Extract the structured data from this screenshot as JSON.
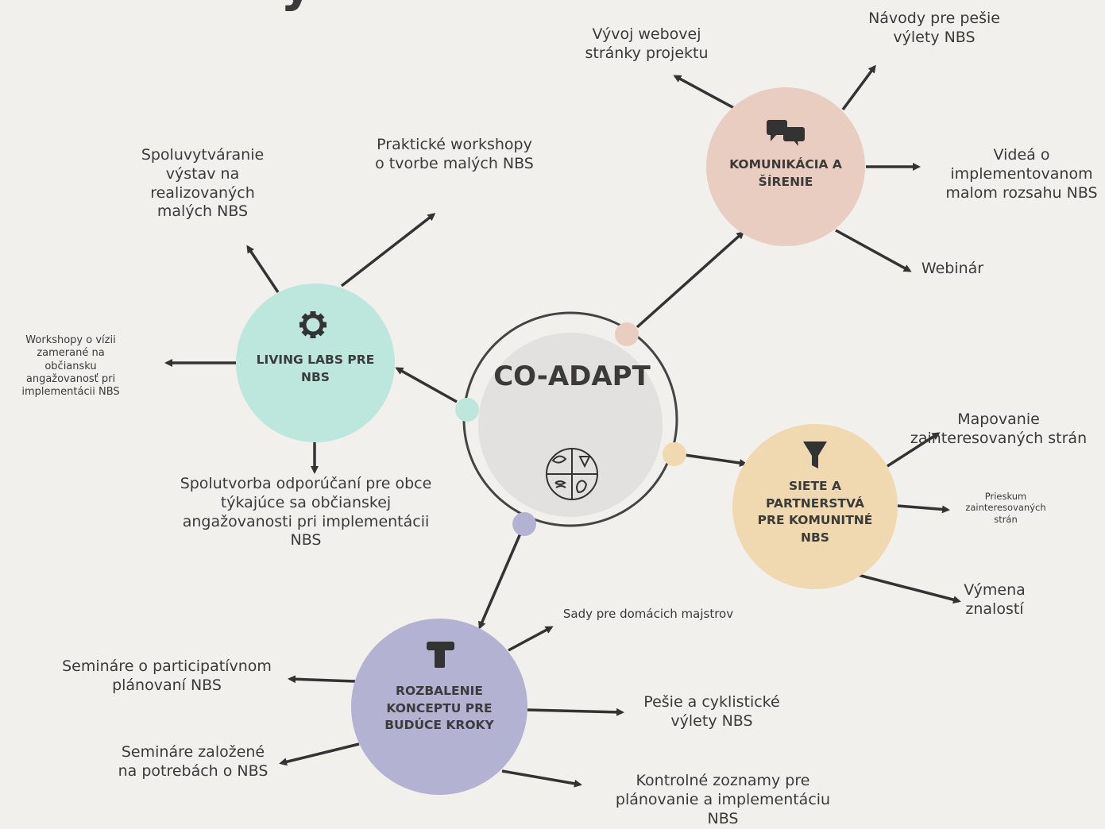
{
  "title_partial": "Aktivity",
  "center": {
    "label": "CO-ADAPT",
    "icon": "climate-adaptation-icon"
  },
  "colors": {
    "background": "#f2f0ec",
    "center_fill": "#e2e1df",
    "living_labs": "#bde6dc",
    "komunikacia": "#e9cdc1",
    "siete": "#f0d8b0",
    "rozbalenie": "#b3b2d2",
    "arrow": "#333333"
  },
  "hubs": {
    "living_labs": {
      "label": "LIVING LABS PRE\nNBS",
      "icon": "gear-icon",
      "items": [
        "Spoluvytváranie\nvýstav na\nrealizovaných\nmalých NBS",
        "Praktické workshopy\no tvorbe malých NBS",
        "Workshopy o vízii\nzamerané na\nobčiansku\nangažovanosť pri\nimplementácii NBS",
        "Spolutvorba odporúčaní pre obce\ntýkajúce sa občianskej\nangažovanosti pri implementácii\nNBS"
      ]
    },
    "komunikacia": {
      "label": "KOMUNIKÁCIA A\nŠÍRENIE",
      "icon": "chat-bubbles-icon",
      "items": [
        "Vývoj webovej\nstránky projektu",
        "Návody pre pešie\nvýlety NBS",
        "Videá o\nimplementovanom\nmalom rozsahu NBS",
        "Webinár"
      ]
    },
    "siete": {
      "label": "SIETE A\nPARTNERSTVÁ\nPRE KOMUNITNÉ\nNBS",
      "icon": "funnel-icon",
      "items": [
        "Mapovanie\nzainteresovaných strán",
        "Prieskum\nzainteresovaných\nstrán",
        "Výmena\nznalostí"
      ]
    },
    "rozbalenie": {
      "label": "ROZBALENIE\nKONCEPTU PRE\nBUDÚCE KROKY",
      "icon": "pipe-tool-icon",
      "items": [
        "Sady pre domácich majstrov",
        "Semináre o participatívnom\nplánovaní NBS",
        "Pešie a cyklistické\nvýlety NBS",
        "Semináre založené\nna potrebách o NBS",
        "Kontrolné zoznamy pre\nplánovanie a implementáciu\nNBS"
      ]
    }
  }
}
